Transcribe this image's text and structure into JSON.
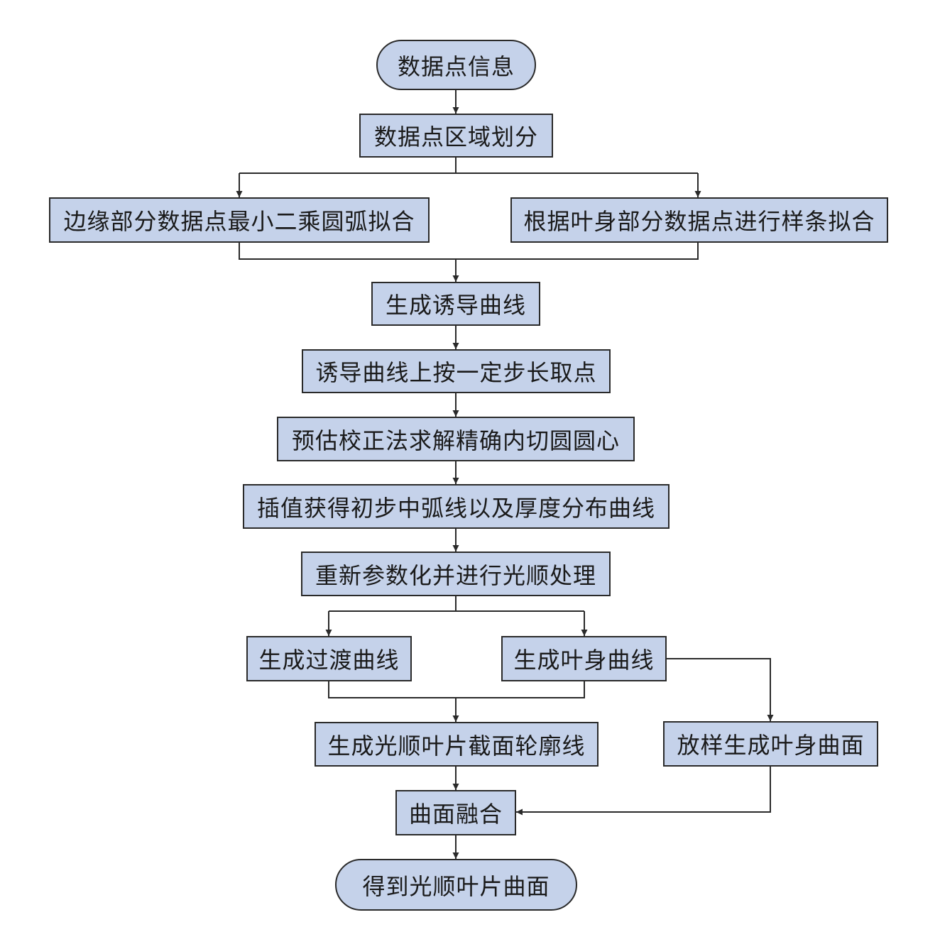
{
  "flowchart": {
    "colors": {
      "box_fill": "#c5d2ea",
      "stroke": "#2a2a2a"
    },
    "nodes": {
      "start": "数据点信息",
      "partition": "数据点区域划分",
      "edge_fit": "边缘部分数据点最小二乘圆弧拟合",
      "body_fit": "根据叶身部分数据点进行样条拟合",
      "guide_curve": "生成诱导曲线",
      "sample_points": "诱导曲线上按一定步长取点",
      "circle_centers": "预估校正法求解精确内切圆圆心",
      "interpolate": "插值获得初步中弧线以及厚度分布曲线",
      "reparam": "重新参数化并进行光顺处理",
      "transition_curve": "生成过渡曲线",
      "body_curve": "生成叶身曲线",
      "section_profile": "生成光顺叶片截面轮廓线",
      "lofting": "放样生成叶身曲面",
      "surface_merge": "曲面融合",
      "end": "得到光顺叶片曲面"
    }
  }
}
